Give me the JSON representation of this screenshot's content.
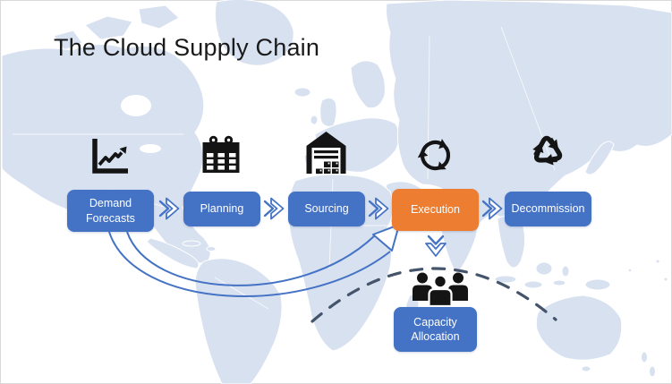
{
  "title": "The Cloud Supply Chain",
  "steps": [
    {
      "label": "Demand\nForecasts",
      "icon": "trend-chart-icon"
    },
    {
      "label": "Planning",
      "icon": "calendar-icon"
    },
    {
      "label": "Sourcing",
      "icon": "warehouse-icon"
    },
    {
      "label": "Execution",
      "icon": "sync-arrows-icon",
      "highlighted": true
    },
    {
      "label": "Decommission",
      "icon": "recycle-icon"
    }
  ],
  "capacity": {
    "label": "Capacity\nAllocation",
    "icon": "team-icon"
  },
  "connectors": {
    "between_steps": "double-chevron-right",
    "execution_to_capacity": "double-chevron-down",
    "feedback_curve": "curved-arrow-from-demand-forecasts-to-execution",
    "dashed_link": "dashed-arc-over-capacity-allocation"
  },
  "colors": {
    "box_blue": "#4472C4",
    "box_orange": "#ED7D31",
    "arrow_blue": "#4472C4",
    "dash_navy": "#44546A",
    "map_fill": "#D7E1F0",
    "icon_black": "#141414",
    "text_white": "#FFFFFF",
    "title_color": "#1A1A1A",
    "bg": "#FFFFFF"
  }
}
